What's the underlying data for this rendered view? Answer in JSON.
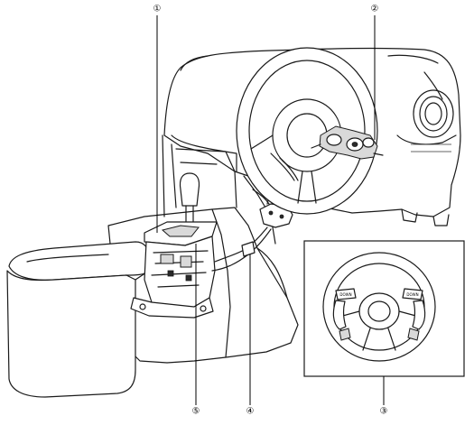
{
  "callouts": [
    {
      "id": "1",
      "label": "①"
    },
    {
      "id": "2",
      "label": "②"
    },
    {
      "id": "3",
      "label": "③"
    },
    {
      "id": "4",
      "label": "④"
    },
    {
      "id": "5",
      "label": "⑤"
    }
  ],
  "paddles": {
    "left_label": "DOWN",
    "right_label": "DOWN"
  },
  "colors": {
    "line": "#1a1a1a",
    "background": "#ffffff",
    "shade": "#d9d9d9"
  }
}
